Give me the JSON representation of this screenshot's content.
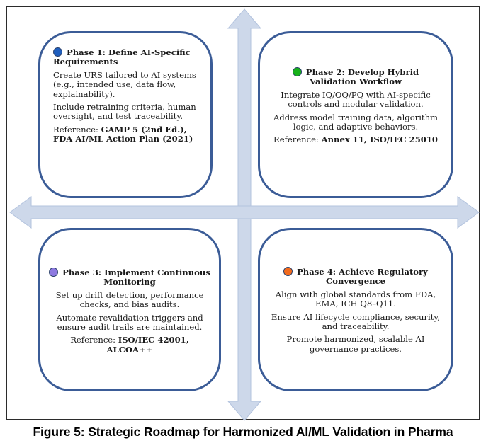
{
  "phases": [
    {
      "title": "Phase 1: Define AI-Specific Requirements",
      "dot_color": "#1f5fbf",
      "paragraphs": [
        "Create URS tailored to AI systems (e.g., intended use, data flow, explainability).",
        "Include retraining criteria, human oversight, and test traceability."
      ],
      "reference_label": "Reference:",
      "reference_value": "GAMP 5 (2nd Ed.), FDA AI/ML Action Plan (2021)"
    },
    {
      "title": "Phase 2: Develop Hybrid Validation Workflow",
      "dot_color": "#17b21a",
      "paragraphs": [
        "Integrate IQ/OQ/PQ with AI-specific controls and modular validation.",
        "Address model training data, algorithm logic, and adaptive behaviors."
      ],
      "reference_label": "Reference:",
      "reference_value": "Annex 11, ISO/IEC 25010"
    },
    {
      "title": "Phase 3: Implement Continuous Monitoring",
      "dot_color": "#8d79e0",
      "paragraphs": [
        "Set up drift detection, performance checks, and bias audits.",
        "Automate revalidation triggers and ensure audit trails are maintained."
      ],
      "reference_label": "Reference:",
      "reference_value": "ISO/IEC 42001, ALCOA++"
    },
    {
      "title": "Phase 4: Achieve Regulatory Convergence",
      "dot_color": "#f26b1d",
      "paragraphs": [
        "Align with global standards from FDA, EMA, ICH Q8–Q11.",
        "Ensure AI lifecycle compliance, security, and traceability.",
        "Promote harmonized, scalable AI governance practices."
      ],
      "reference_label": "",
      "reference_value": ""
    }
  ],
  "caption": "Figure 5: Strategic Roadmap for Harmonized AI/ML Validation in Pharma",
  "colors": {
    "card_border": "#3b5c97",
    "arrow_fill": "#cdd8ea",
    "arrow_stroke": "#b3c3de"
  }
}
